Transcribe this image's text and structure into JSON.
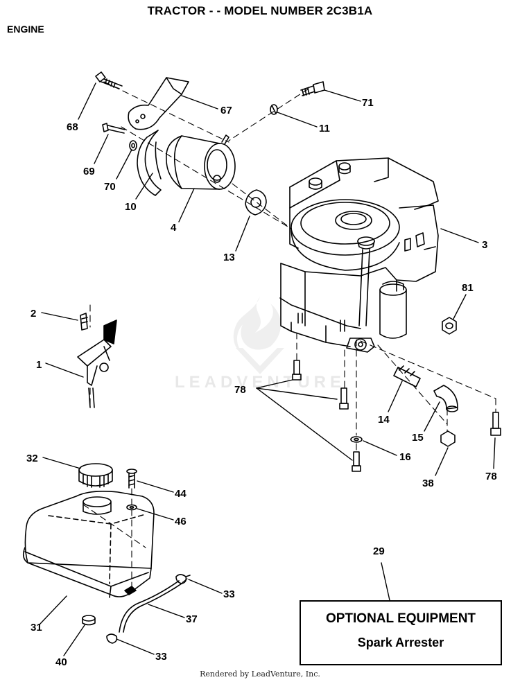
{
  "header": {
    "title": "TRACTOR - - MODEL NUMBER 2C3B1A",
    "section": "ENGINE"
  },
  "callouts": [
    "68",
    "67",
    "71",
    "11",
    "69",
    "70",
    "10",
    "4",
    "13",
    "3",
    "81",
    "2",
    "1",
    "78",
    "14",
    "15",
    "16",
    "38",
    "78",
    "32",
    "44",
    "46",
    "29",
    "33",
    "37",
    "31",
    "40",
    "33"
  ],
  "optional_box": {
    "heading": "OPTIONAL EQUIPMENT",
    "item": "Spark Arrester"
  },
  "watermark": {
    "text": "LEADVENTURE"
  },
  "footer": {
    "text": "Rendered by LeadVenture, Inc."
  }
}
